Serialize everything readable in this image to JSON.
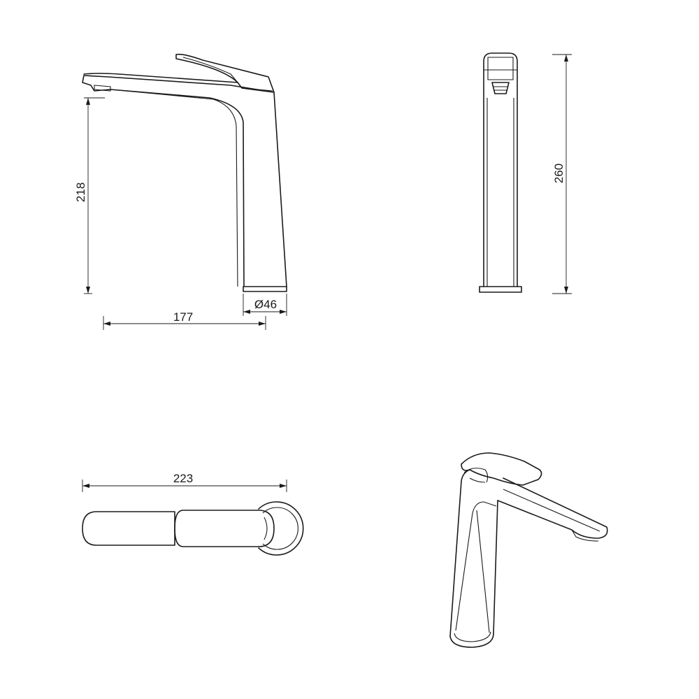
{
  "dimensions": {
    "spout_height": "218",
    "total_height": "260",
    "spout_reach": "177",
    "base_diameter": "Ø46",
    "total_length": "223"
  }
}
